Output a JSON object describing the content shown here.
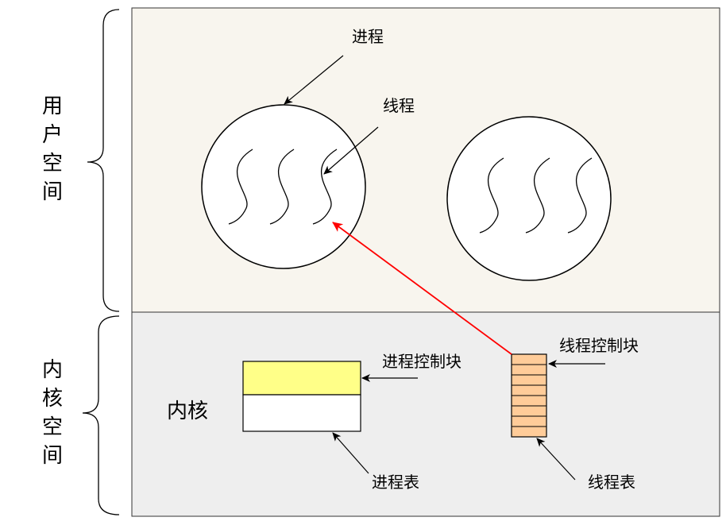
{
  "labels": {
    "user_space": [
      "用",
      "户",
      "空",
      "间"
    ],
    "kernel_space": [
      "内",
      "核",
      "空",
      "间"
    ],
    "kernel": "内核",
    "process": "进程",
    "thread": "线程",
    "pcb": "进程控制块",
    "tcb": "线程控制块",
    "process_table": "进程表",
    "thread_table": "线程表"
  },
  "colors": {
    "user_bg": "#f8f5ee",
    "kernel_bg": "#eeeeee",
    "pcb_fill": "#ffff88",
    "tcb_fill": "#ffcc99",
    "link_arrow": "#ff0000"
  }
}
